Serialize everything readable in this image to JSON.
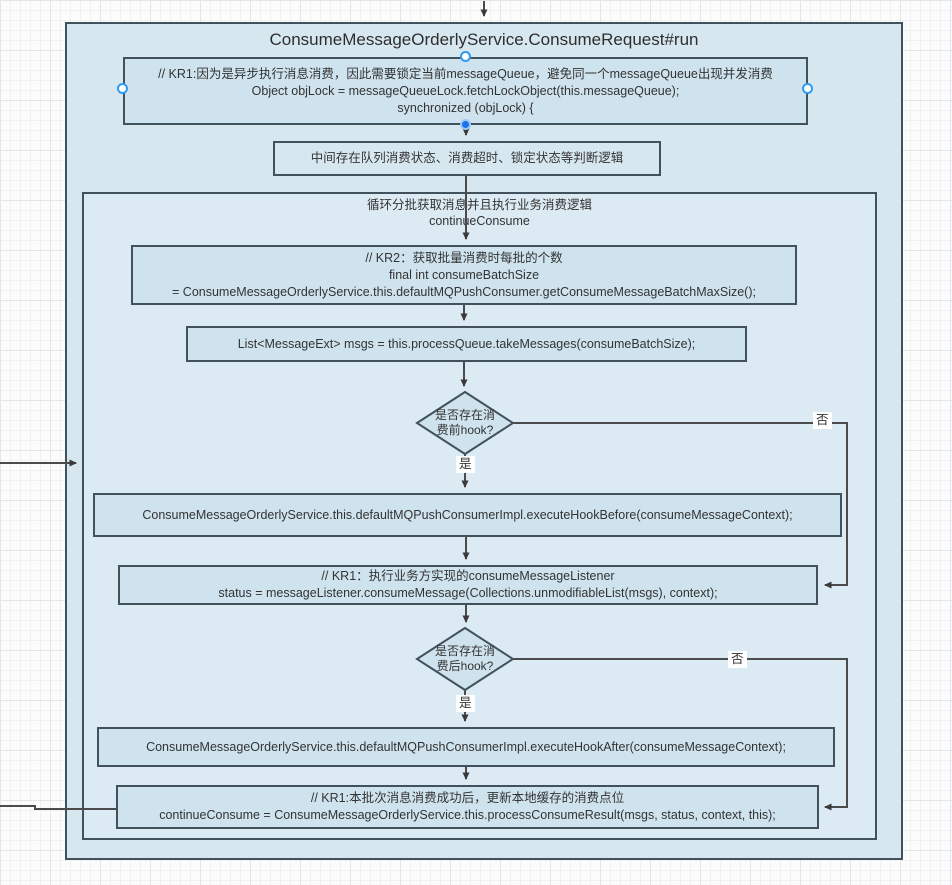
{
  "diagram": {
    "title": "ConsumeMessageOrderlyService.ConsumeRequest#run",
    "loop_label": {
      "line1": "循环分批获取消息并且执行业务消费逻辑",
      "line2": "continueConsume"
    },
    "nodes": {
      "lock": {
        "lines": [
          "// KR1:因为是异步执行消息消费，因此需要锁定当前messageQueue，避免同一个messageQueue出现并发消费",
          "Object objLock = messageQueueLock.fetchLockObject(this.messageQueue);",
          "synchronized (objLock) {"
        ]
      },
      "state_check": {
        "lines": [
          "中间存在队列消费状态、消费超时、锁定状态等判断逻辑"
        ]
      },
      "batch_size": {
        "lines": [
          "// KR2：获取批量消费时每批的个数",
          "final int consumeBatchSize",
          "= ConsumeMessageOrderlyService.this.defaultMQPushConsumer.getConsumeMessageBatchMaxSize();"
        ]
      },
      "take_messages": {
        "lines": [
          "List<MessageExt> msgs = this.processQueue.takeMessages(consumeBatchSize);"
        ]
      },
      "hook_before_check": {
        "lines": [
          "是否存在消",
          "费前hook?"
        ]
      },
      "execute_hook_before": {
        "lines": [
          "ConsumeMessageOrderlyService.this.defaultMQPushConsumerImpl.executeHookBefore(consumeMessageContext);"
        ]
      },
      "consume_message": {
        "lines": [
          "// KR1：执行业务方实现的consumeMessageListener",
          "status = messageListener.consumeMessage(Collections.unmodifiableList(msgs), context);"
        ]
      },
      "hook_after_check": {
        "lines": [
          "是否存在消",
          "费后hook?"
        ]
      },
      "execute_hook_after": {
        "lines": [
          "ConsumeMessageOrderlyService.this.defaultMQPushConsumerImpl.executeHookAfter(consumeMessageContext);"
        ]
      },
      "process_result": {
        "lines": [
          "// KR1:本批次消息消费成功后，更新本地缓存的消费点位",
          "continueConsume = ConsumeMessageOrderlyService.this.processConsumeResult(msgs, status, context, this);"
        ]
      }
    },
    "edge_labels": {
      "yes1": "是",
      "no1": "否",
      "yes2": "是",
      "no2": "否"
    },
    "colors": {
      "shape_stroke": "#42525c",
      "shape_fill": "#cfe3ee",
      "outer_container_fill": "#d7e7f0",
      "inner_container_fill": "#dcebf3",
      "edge": "#4b4b4b",
      "connection_handle": "#2e9bf2",
      "connection_handle_filled": "#1a73e8",
      "edge_label_bg": "#ffffff",
      "text": "#333333"
    }
  }
}
